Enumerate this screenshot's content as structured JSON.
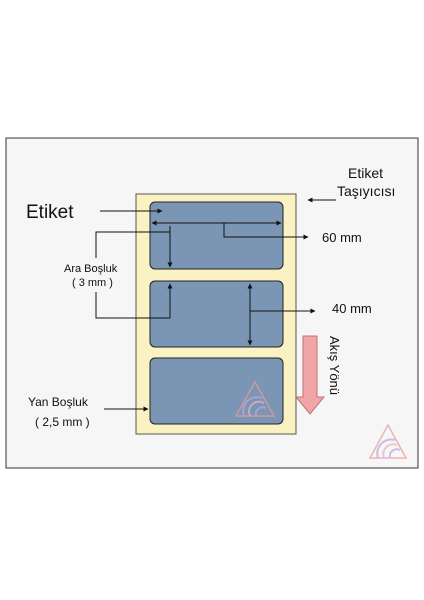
{
  "colors": {
    "panel_bg": "#f6f6f6",
    "carrier": "#fbf2c4",
    "label_fill": "#7a96b4",
    "arrow_pink": "#f0a6a6"
  },
  "texts": {
    "etiket": "Etiket",
    "tasiyici_line1": "Etiket",
    "tasiyici_line2": "Taşıyıcısı",
    "width_dim": "60 mm",
    "height_dim": "40 mm",
    "ara_bosluk_line1": "Ara Boşluk",
    "ara_bosluk_line2": "( 3 mm )",
    "yan_bosluk_line1": "Yan Boşluk",
    "yan_bosluk_line2": "( 2,5 mm )",
    "akis_yonu": "Akış Yönü"
  }
}
